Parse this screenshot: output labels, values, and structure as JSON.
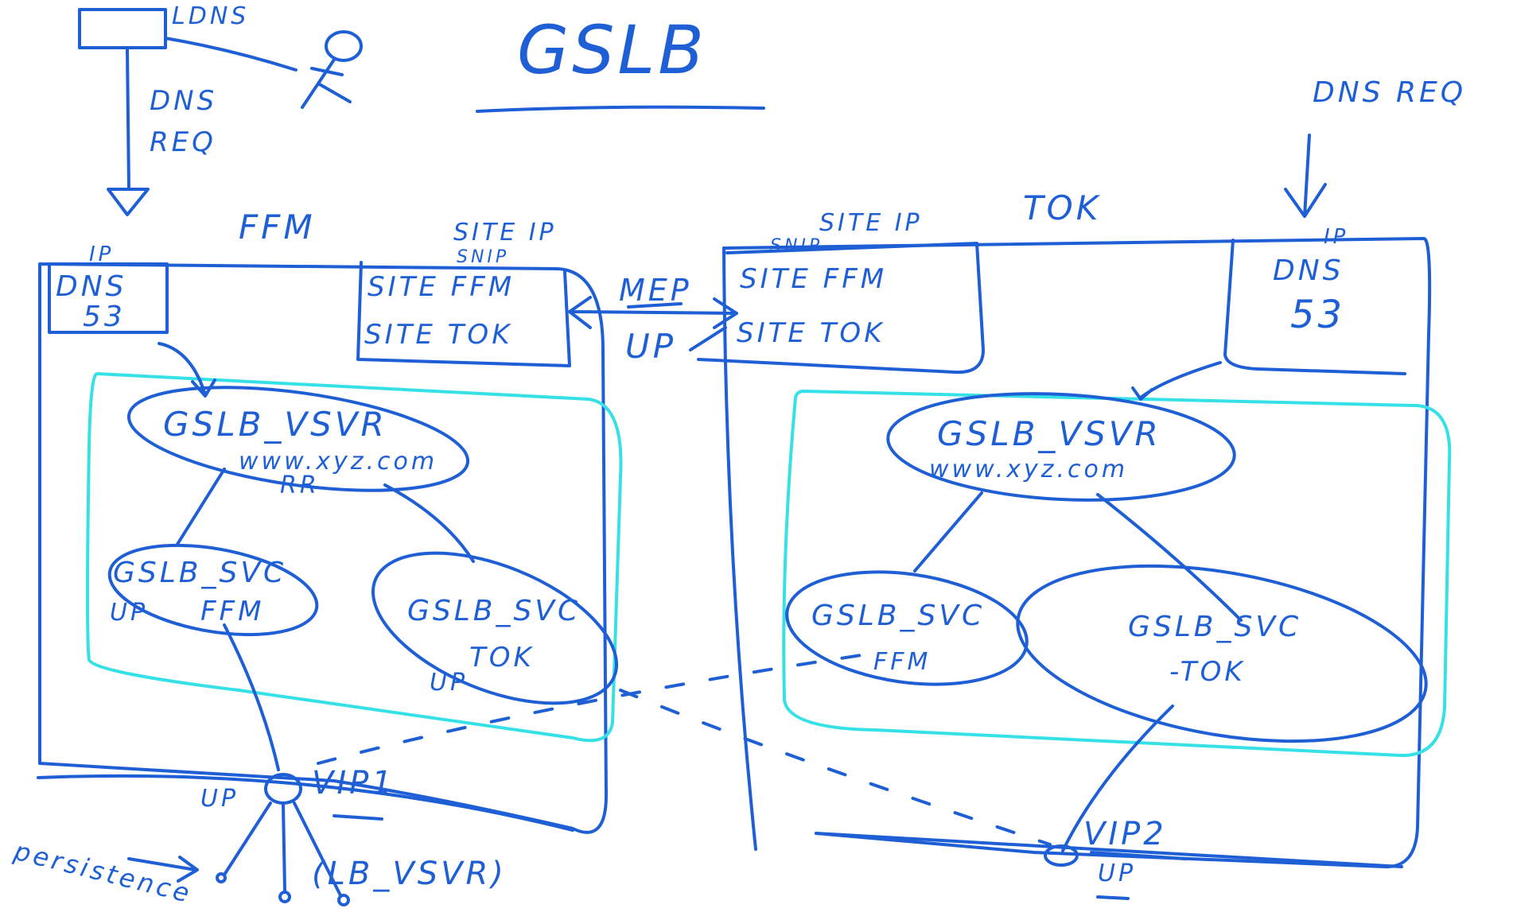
{
  "colors": {
    "ink": "#1f5fd6",
    "cyan": "#35e0e6",
    "background": "#ffffff"
  },
  "title": "GSLB",
  "client": {
    "ldns_label": "LDNS",
    "dns_req_line1": "DNS",
    "dns_req_line2": "REQ"
  },
  "dns_req_right": "DNS REQ",
  "persistence_label": "persistence",
  "link": {
    "protocol": "MEP",
    "state": "UP"
  },
  "sites": {
    "ffm": {
      "name": "FFM",
      "dns_box": {
        "ip_label": "IP",
        "line1": "DNS",
        "line2": "53"
      },
      "site_box": {
        "header_top": "SITE IP",
        "header_bottom": "SNIP",
        "row1": "SITE FFM",
        "row2": "SITE TOK"
      },
      "gslb_vserver": {
        "name": "GSLB_VSVR",
        "domain": "www.xyz.com",
        "method": "RR"
      },
      "service_local": {
        "name": "GSLB_SVC",
        "site": "FFM",
        "state": "UP"
      },
      "service_remote": {
        "name": "GSLB_SVC",
        "site": "TOK",
        "state": "UP"
      },
      "vip": {
        "name": "VIP1",
        "state": "UP",
        "lb": "(LB_VSVR)"
      }
    },
    "tok": {
      "name": "TOK",
      "dns_box": {
        "ip_label": "IP",
        "line1": "DNS",
        "line2": "53"
      },
      "site_box": {
        "header_top": "SITE IP",
        "header_bottom": "SNIP",
        "row1": "SITE FFM",
        "row2": "SITE TOK"
      },
      "gslb_vserver": {
        "name": "GSLB_VSVR",
        "domain": "www.xyz.com"
      },
      "service_local": {
        "name": "GSLB_SVC",
        "site": "FFM"
      },
      "service_remote": {
        "name": "GSLB_SVC",
        "site": "-TOK"
      },
      "vip": {
        "name": "VIP2",
        "state": "UP"
      }
    }
  }
}
